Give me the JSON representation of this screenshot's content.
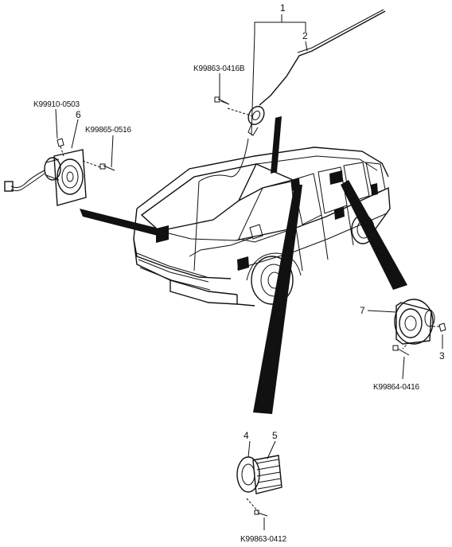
{
  "callouts": {
    "c1": "1",
    "c2": "2",
    "c3": "3",
    "c4": "4",
    "c5": "5",
    "c6": "6",
    "c7": "7"
  },
  "part_numbers": {
    "antenna_screw": "K99863-0416B",
    "front_speaker_nut": "K99910-0503",
    "front_speaker_screw": "K99865-0516",
    "rear_speaker_screw": "K99864-0416",
    "door_speaker_screw": "K99863-0412"
  }
}
